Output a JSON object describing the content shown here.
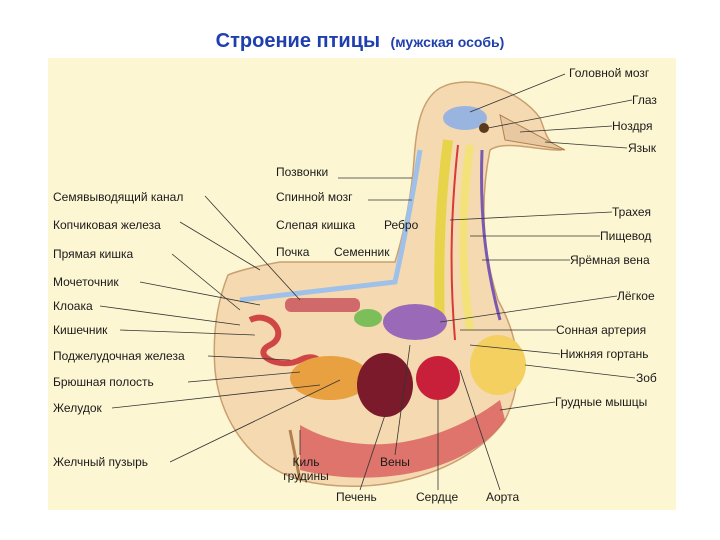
{
  "title": {
    "main": "Строение птицы",
    "sub": "(мужская особь)"
  },
  "labels": {
    "brain": "Головной мозг",
    "eye": "Глаз",
    "nostril": "Ноздря",
    "tongue": "Язык",
    "vertebrae": "Позвонки",
    "vas_deferens": "Семявыводящий канал",
    "spinal_cord": "Спинной мозг",
    "uropygial_gland": "Копчиковая железа",
    "caecum": "Слепая кишка",
    "rib": "Ребро",
    "trachea": "Трахея",
    "esophagus": "Пищевод",
    "rectum": "Прямая кишка",
    "kidney": "Почка",
    "testis": "Семенник",
    "jugular_vein": "Ярёмная вена",
    "ureter": "Мочеточник",
    "lung": "Лёгкое",
    "cloaca": "Клоака",
    "intestine": "Кишечник",
    "carotid_artery": "Сонная артерия",
    "pancreas": "Поджелудочная железа",
    "lower_larynx": "Нижняя гортань",
    "abdominal_cavity": "Брюшная полость",
    "crop": "Зоб",
    "stomach": "Желудок",
    "pectoral_muscles": "Грудные мышцы",
    "gallbladder": "Желчный пузырь",
    "keel_line1": "Киль",
    "keel_line2": "грудины",
    "veins": "Вены",
    "liver": "Печень",
    "heart": "Сердце",
    "aorta": "Аорта"
  }
}
